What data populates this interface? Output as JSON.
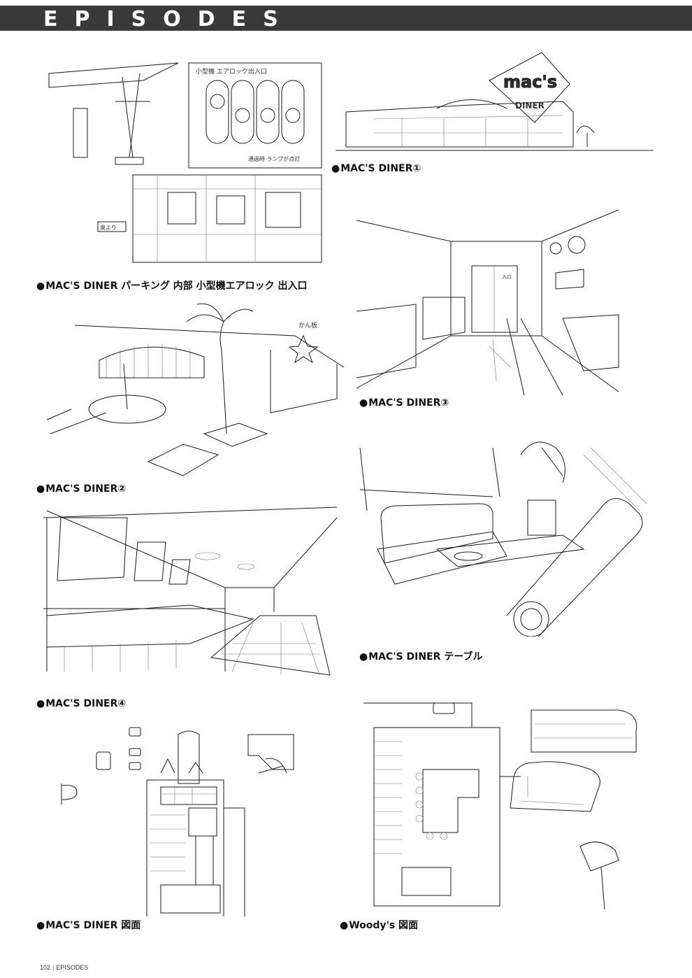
{
  "header": {
    "title": "EPISODES"
  },
  "captions": {
    "parking": "MAC'S DINER パーキング 内部 小型機エアロック 出入口",
    "diner1": "MAC'S DINER①",
    "diner2": "MAC'S DINER②",
    "diner3": "MAC'S DINER③",
    "diner4": "MAC'S DINER④",
    "table": "MAC'S DINER テーブル",
    "macs_plan": "MAC'S DINER 図面",
    "woodys_plan": "Woody's 図面"
  },
  "bullet": "●",
  "sketch_text": {
    "sign_main": "mac's",
    "sign_sub": "DINER",
    "airlock_note_1": "小型機 エアロック出入口",
    "airlock_note_2": "通過時 ランプが点灯",
    "parking_note": "奥より",
    "palm_note": "かん板",
    "door_sign": "入口"
  },
  "footer": {
    "page_number": "102",
    "section": "EPISODES"
  }
}
